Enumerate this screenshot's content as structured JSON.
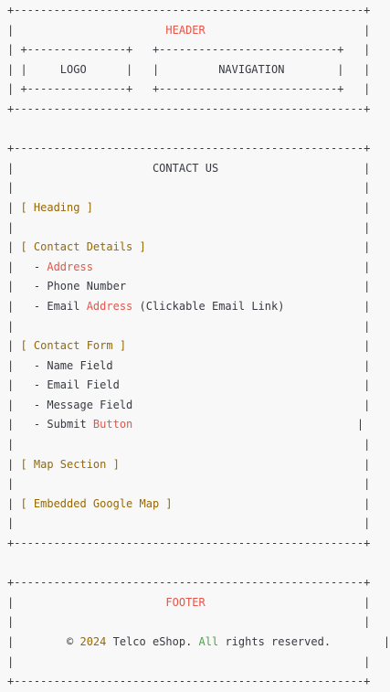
{
  "colors": {
    "text": "#383a42",
    "keyword_red": "#e45649",
    "bracket_gold": "#986801",
    "builtin_green": "#50a14f",
    "background": "#f8f8f8"
  },
  "lines": [
    {
      "name": "header-border-top",
      "segs": [
        {
          "t": "+-----------------------------------------------------+"
        }
      ]
    },
    {
      "name": "header-title-line",
      "segs": [
        {
          "t": "|                       "
        },
        {
          "t": "HEADER",
          "c": "red"
        },
        {
          "t": "                        |"
        }
      ]
    },
    {
      "name": "logo-nav-border-top",
      "segs": [
        {
          "t": "| +---------------+   +---------------------------+   |"
        }
      ]
    },
    {
      "name": "logo-nav-line",
      "segs": [
        {
          "t": "| |     LOGO      |   |         NAVIGATION        |   |"
        }
      ]
    },
    {
      "name": "logo-nav-border-bottom",
      "segs": [
        {
          "t": "| +---------------+   +---------------------------+   |"
        }
      ]
    },
    {
      "name": "header-border-bottom",
      "segs": [
        {
          "t": "+-----------------------------------------------------+"
        }
      ]
    },
    {
      "name": "blank-line",
      "segs": [
        {
          "t": ""
        }
      ]
    },
    {
      "name": "contact-border-top",
      "segs": [
        {
          "t": "+-----------------------------------------------------+"
        }
      ]
    },
    {
      "name": "contact-title-line",
      "segs": [
        {
          "t": "|                     CONTACT US                      |"
        }
      ]
    },
    {
      "name": "empty-row",
      "segs": [
        {
          "t": "|                                                     |"
        }
      ]
    },
    {
      "name": "heading-line",
      "segs": [
        {
          "t": "| "
        },
        {
          "t": "[ Heading ]",
          "c": "gold"
        },
        {
          "t": "                                         |"
        }
      ]
    },
    {
      "name": "empty-row",
      "segs": [
        {
          "t": "|                                                     |"
        }
      ]
    },
    {
      "name": "contact-details-line",
      "segs": [
        {
          "t": "| "
        },
        {
          "t": "[ Contact Details ]",
          "c": "gold"
        },
        {
          "t": "                                 |"
        }
      ]
    },
    {
      "name": "address-line",
      "segs": [
        {
          "t": "|   - "
        },
        {
          "t": "Address",
          "c": "red"
        },
        {
          "t": "                                         |"
        }
      ]
    },
    {
      "name": "phone-number-line",
      "segs": [
        {
          "t": "|   - Phone Number                                    |"
        }
      ]
    },
    {
      "name": "email-address-line",
      "segs": [
        {
          "t": "|   - Email "
        },
        {
          "t": "Address",
          "c": "red"
        },
        {
          "t": " (Clickable Email Link)            |"
        }
      ]
    },
    {
      "name": "empty-row",
      "segs": [
        {
          "t": "|                                                     |"
        }
      ]
    },
    {
      "name": "contact-form-line",
      "segs": [
        {
          "t": "| "
        },
        {
          "t": "[ Contact Form ]",
          "c": "gold"
        },
        {
          "t": "                                    |"
        }
      ]
    },
    {
      "name": "name-field-line",
      "segs": [
        {
          "t": "|   - Name Field                                      |"
        }
      ]
    },
    {
      "name": "email-field-line",
      "segs": [
        {
          "t": "|   - Email Field                                     |"
        }
      ]
    },
    {
      "name": "message-field-line",
      "segs": [
        {
          "t": "|   - Message Field                                   |"
        }
      ]
    },
    {
      "name": "submit-button-line",
      "segs": [
        {
          "t": "|   - Submit "
        },
        {
          "t": "Button",
          "c": "red"
        },
        {
          "t": "                                  |"
        }
      ]
    },
    {
      "name": "empty-row",
      "segs": [
        {
          "t": "|                                                     |"
        }
      ]
    },
    {
      "name": "map-section-line",
      "segs": [
        {
          "t": "| "
        },
        {
          "t": "[ Map Section ]",
          "c": "gold"
        },
        {
          "t": "                                     |"
        }
      ]
    },
    {
      "name": "empty-row",
      "segs": [
        {
          "t": "|                                                     |"
        }
      ]
    },
    {
      "name": "embedded-map-line",
      "segs": [
        {
          "t": "| "
        },
        {
          "t": "[ Embedded Google Map ]",
          "c": "gold"
        },
        {
          "t": "                             |"
        }
      ]
    },
    {
      "name": "empty-row",
      "segs": [
        {
          "t": "|                                                     |"
        }
      ]
    },
    {
      "name": "contact-border-bottom",
      "segs": [
        {
          "t": "+-----------------------------------------------------+"
        }
      ]
    },
    {
      "name": "blank-line",
      "segs": [
        {
          "t": ""
        }
      ]
    },
    {
      "name": "footer-border-top",
      "segs": [
        {
          "t": "+-----------------------------------------------------+"
        }
      ]
    },
    {
      "name": "footer-title-line",
      "segs": [
        {
          "t": "|                       "
        },
        {
          "t": "FOOTER",
          "c": "red"
        },
        {
          "t": "                        |"
        }
      ]
    },
    {
      "name": "empty-row",
      "segs": [
        {
          "t": "|                                                     |"
        }
      ]
    },
    {
      "name": "copyright-line",
      "segs": [
        {
          "t": "|        © "
        },
        {
          "t": "2024",
          "c": "gold"
        },
        {
          "t": " Telco eShop. "
        },
        {
          "t": "All",
          "c": "green"
        },
        {
          "t": " rights reserved.        |"
        }
      ]
    },
    {
      "name": "empty-row",
      "segs": [
        {
          "t": "|                                                     |"
        }
      ]
    },
    {
      "name": "footer-border-bottom",
      "segs": [
        {
          "t": "+-----------------------------------------------------+"
        }
      ]
    }
  ]
}
